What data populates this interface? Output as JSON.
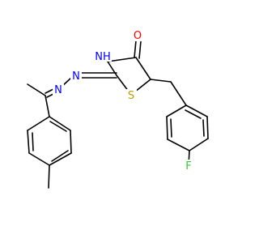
{
  "molecule": {
    "atoms": {
      "O": {
        "text": "O",
        "color": "#ff0000"
      },
      "NH": {
        "text": "NH",
        "color": "#0000ff"
      },
      "N1": {
        "text": "N",
        "color": "#0000ff"
      },
      "N2": {
        "text": "N",
        "color": "#0000ff"
      },
      "S": {
        "text": "S",
        "color": "#b5a200"
      },
      "F": {
        "text": "F",
        "color": "#33cc33"
      }
    },
    "bond_color": "#000000"
  }
}
